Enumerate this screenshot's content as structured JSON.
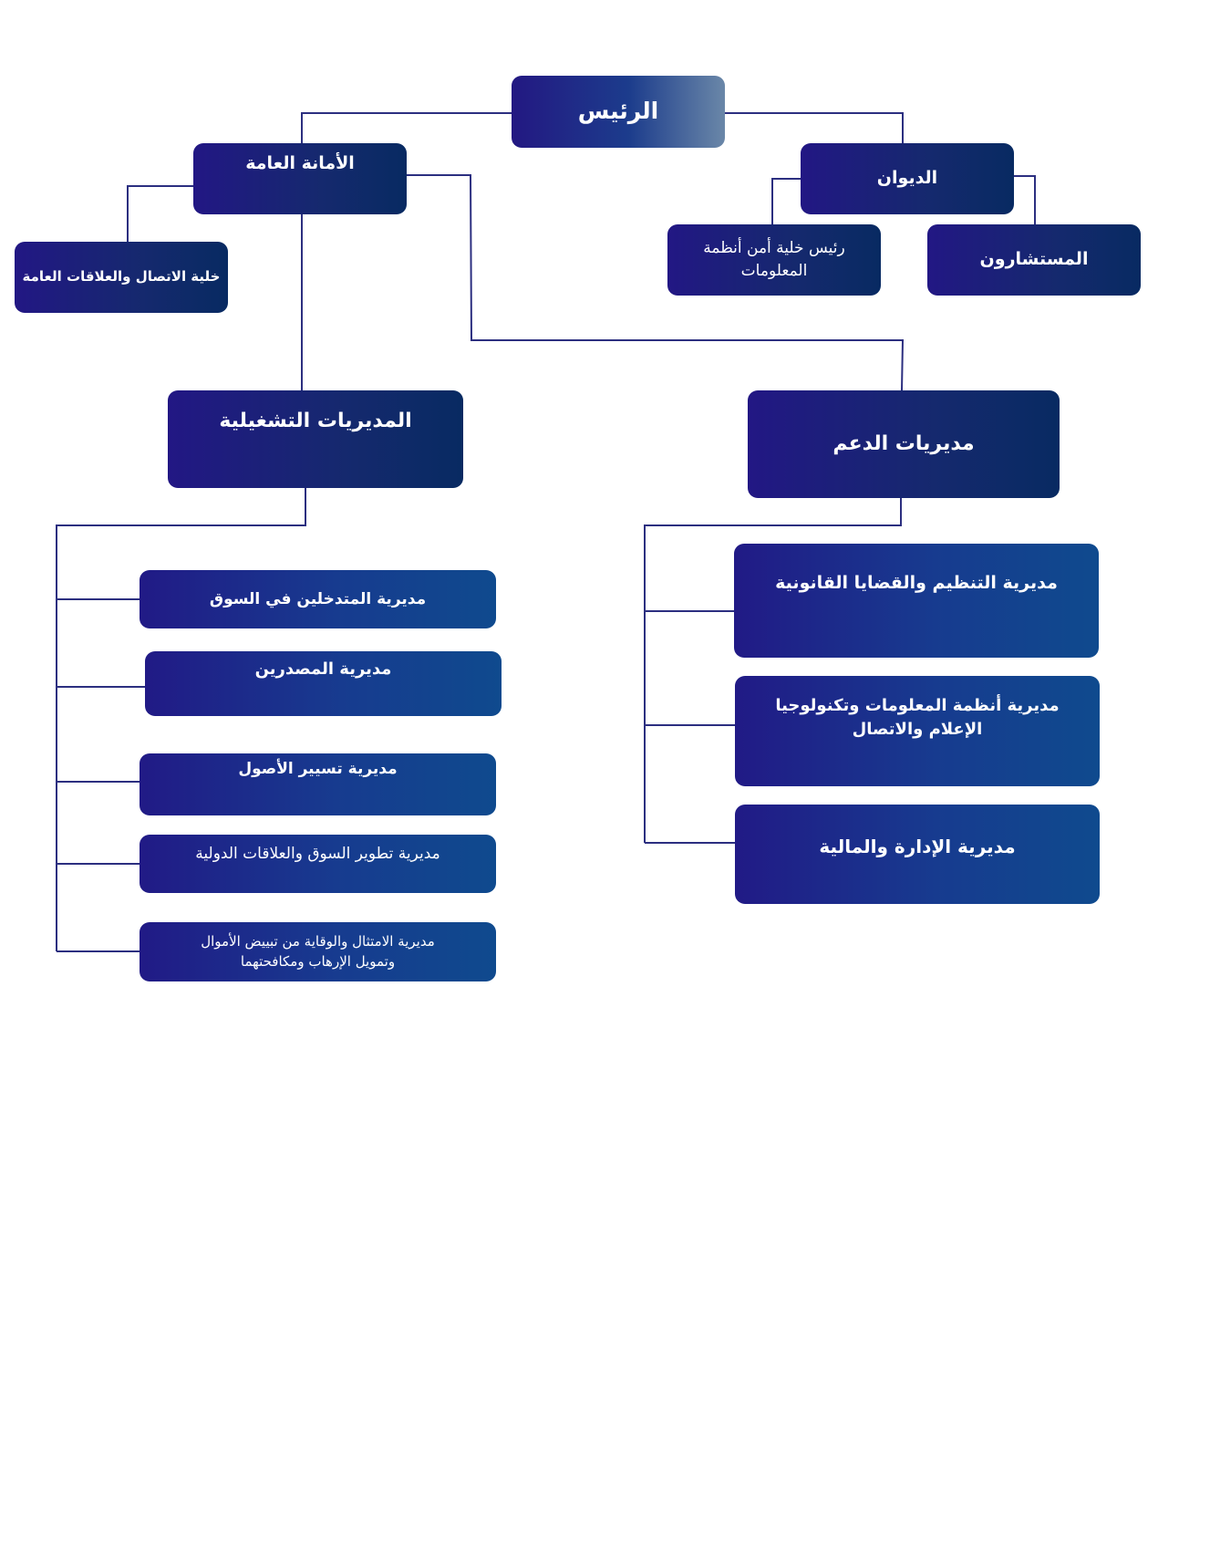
{
  "colors": {
    "line": "#2c2f80",
    "box_dark": "#231882",
    "box_navy": "#082a62",
    "box_blue": "#0f4a8e"
  },
  "president": "الرئيس",
  "secretariat": "الأمانة العامة",
  "diwan": "الديوان",
  "comm_cell": "خلية الاتصال والعلاقات العامة",
  "security_cell": "رئيس خلية أمن أنظمة المعلومات",
  "advisors": "المستشارون",
  "operational": {
    "title": "المديريات التشغيلية",
    "items": [
      "مديرية المتدخلين في السوق",
      "مديرية المصدرين",
      "مديرية تسيير الأصول",
      "مديرية تطوير السوق والعلاقات الدولية",
      "مديرية الامتثال والوقاية من تبييض الأموال وتمويل الإرهاب ومكافحتهما"
    ]
  },
  "support": {
    "title": "مديريات الدعم",
    "items": [
      "مديرية التنظيم والقضايا القانونية",
      "مديرية أنظمة المعلومات وتكنولوجيا الإعلام والاتصال",
      "مديرية الإدارة والمالية"
    ]
  }
}
